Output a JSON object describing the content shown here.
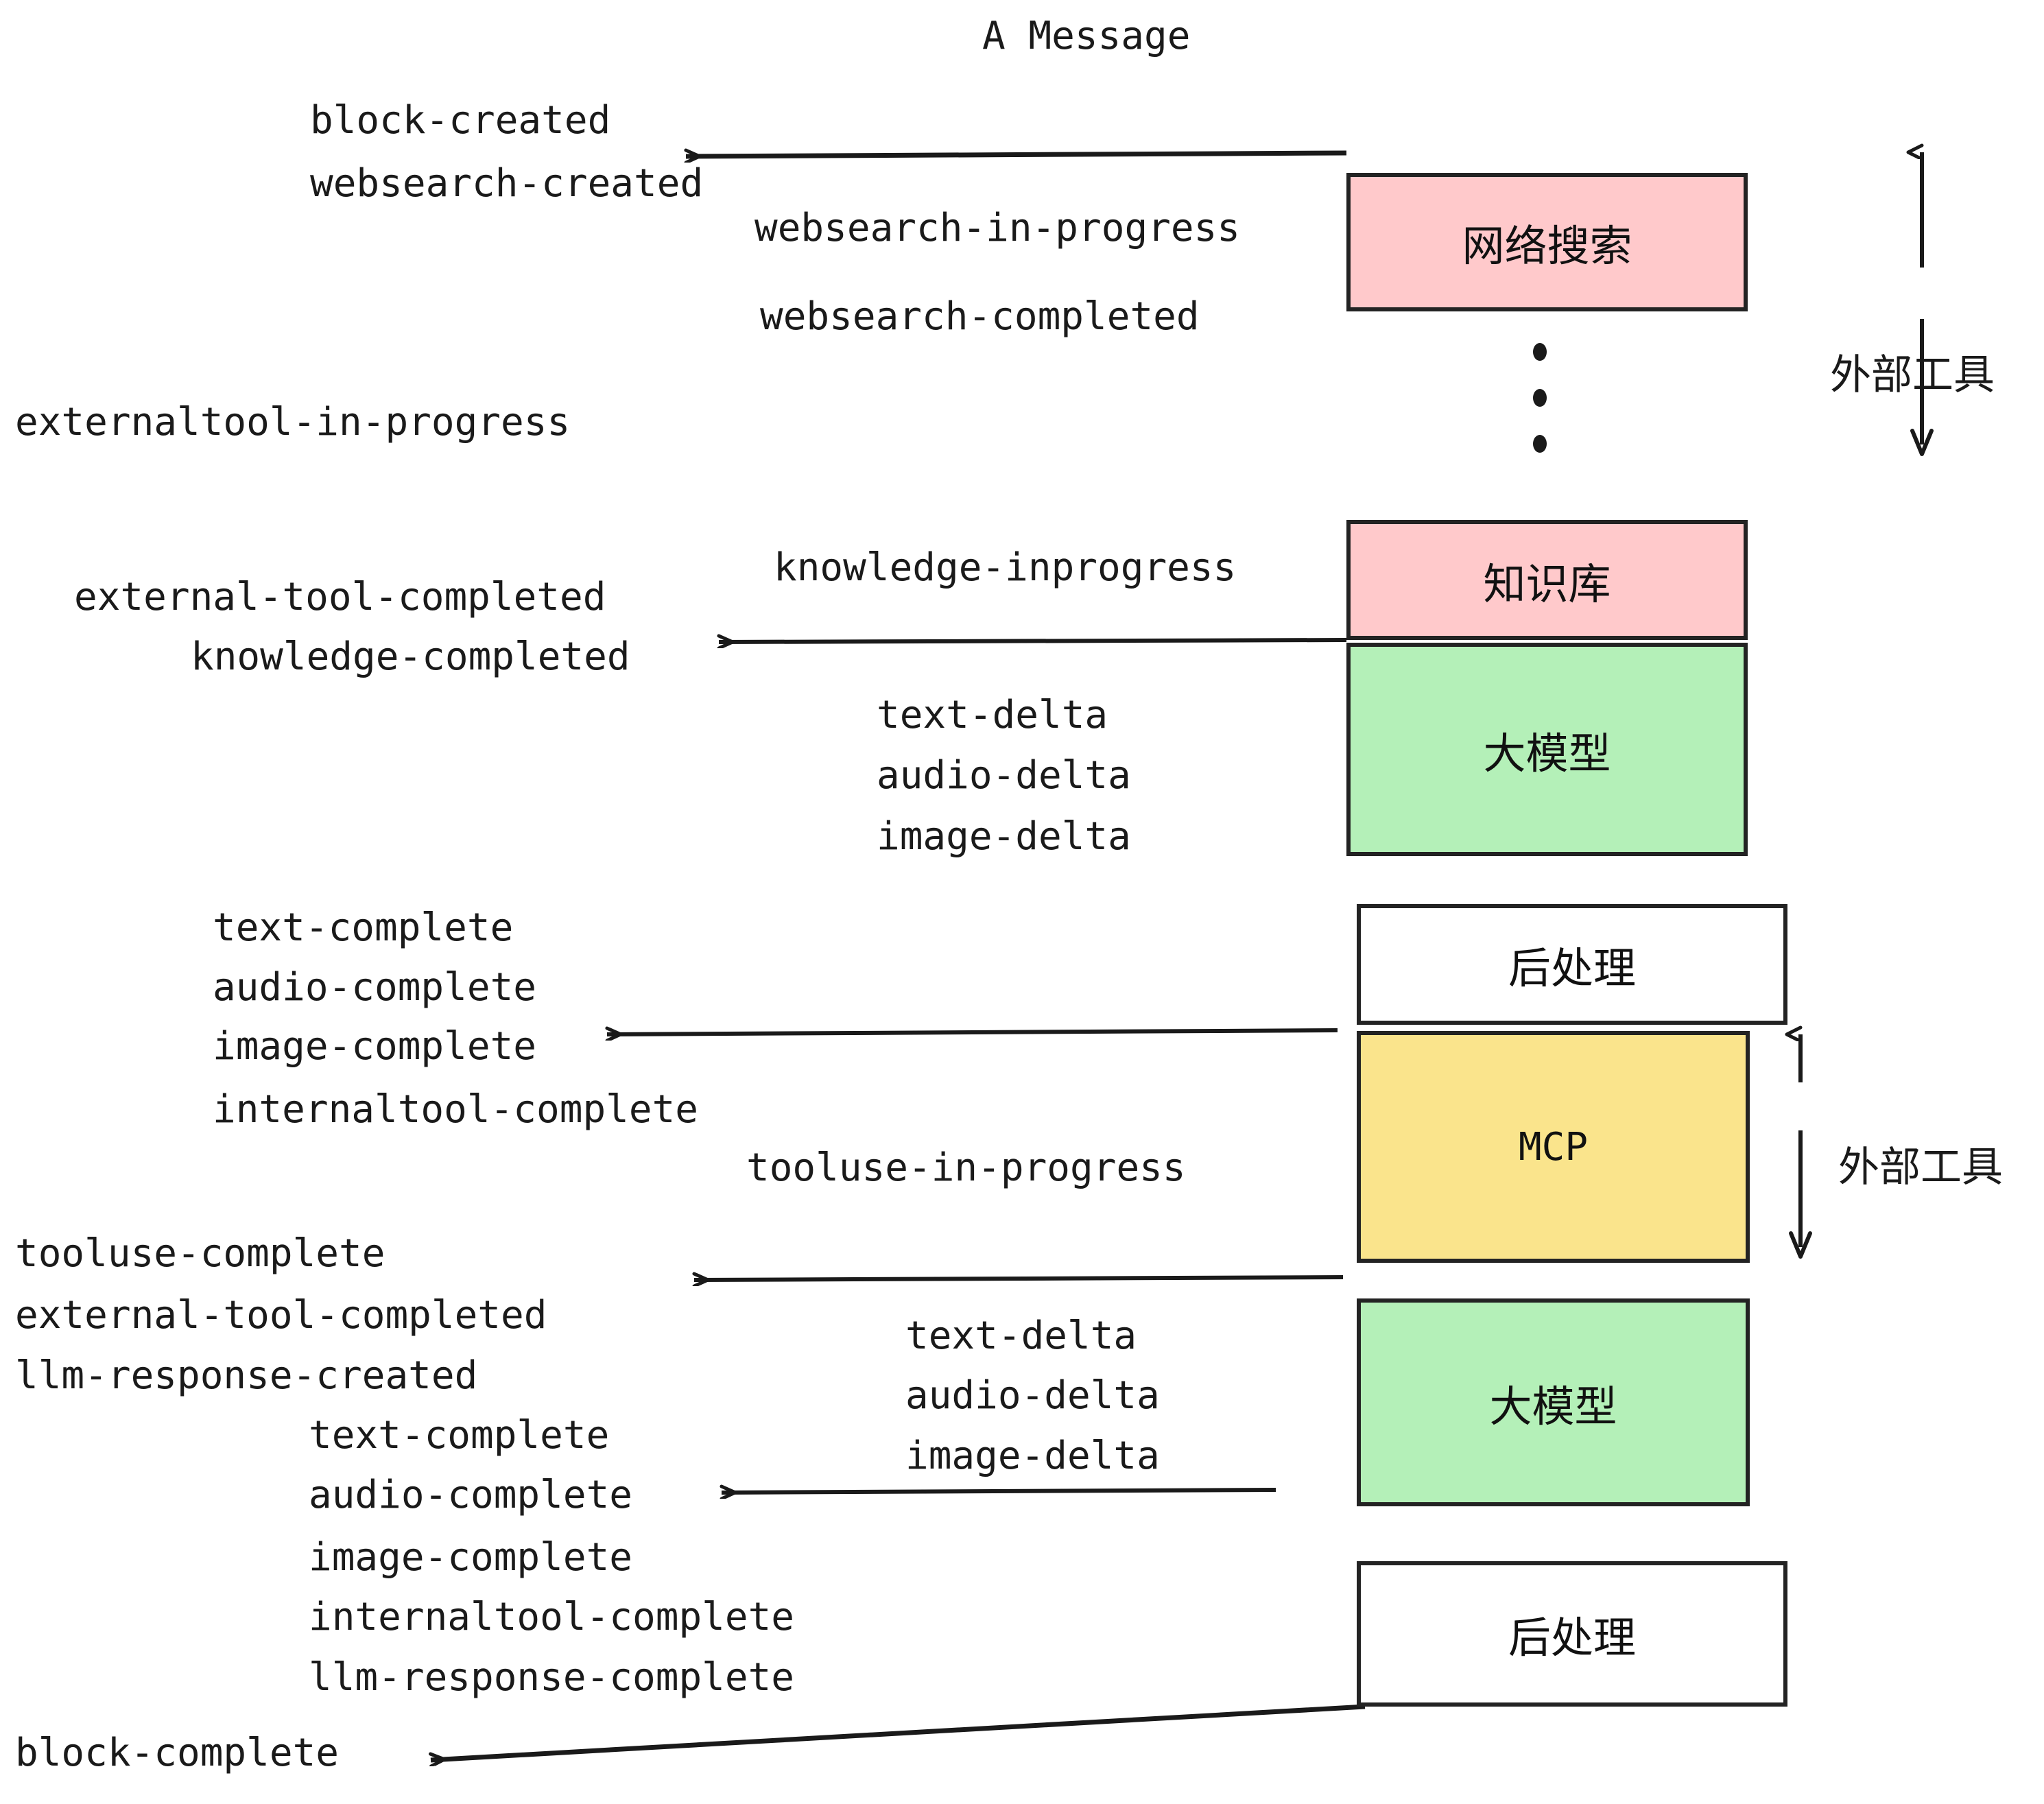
{
  "diagram": {
    "title": "A Message",
    "colors": {
      "pink": "#FFC9CB",
      "green": "#B4F0B8",
      "yellow": "#FAE48C",
      "white": "#FFFFFF",
      "stroke": "#232323",
      "text": "#1A1A1A"
    },
    "nodes": [
      {
        "id": "websearch",
        "label": "网络搜索",
        "fill": "#FFC9CB"
      },
      {
        "id": "knowledge",
        "label": "知识库",
        "fill": "#FFC9CB"
      },
      {
        "id": "llm-1",
        "label": "大模型",
        "fill": "#B4F0B8"
      },
      {
        "id": "postprocess-1",
        "label": "后处理",
        "fill": "#FFFFFF"
      },
      {
        "id": "mcp",
        "label": "MCP",
        "fill": "#FAE48C"
      },
      {
        "id": "llm-2",
        "label": "大模型",
        "fill": "#B4F0B8"
      },
      {
        "id": "postprocess-2",
        "label": "后处理",
        "fill": "#FFFFFF"
      }
    ],
    "side_labels": [
      {
        "id": "external-tool-top",
        "label": "外部工具"
      },
      {
        "id": "external-tool-bottom",
        "label": "外部工具"
      }
    ],
    "events": {
      "block_created": "block-created",
      "websearch_created": "websearch-created",
      "websearch_in_progress": "websearch-in-progress",
      "websearch_completed": "websearch-completed",
      "externaltool_in_progress": "externaltool-in-progress",
      "knowledge_inprogress": "knowledge-inprogress",
      "external_tool_completed_1": "external-tool-completed",
      "knowledge_completed": "knowledge-completed",
      "text_delta_1": "text-delta",
      "audio_delta_1": "audio-delta",
      "image_delta_1": "image-delta",
      "text_complete_1": "text-complete",
      "audio_complete_1": "audio-complete",
      "image_complete_1": "image-complete",
      "internaltool_complete_1": "internaltool-complete",
      "tooluse_in_progress": "tooluse-in-progress",
      "tooluse_complete": "tooluse-complete",
      "external_tool_completed_2": "external-tool-completed",
      "llm_response_created": "llm-response-created",
      "text_delta_2": "text-delta",
      "audio_delta_2": "audio-delta",
      "image_delta_2": "image-delta",
      "text_complete_2": "text-complete",
      "audio_complete_2": "audio-complete",
      "image_complete_2": "image-complete",
      "internaltool_complete_2": "internaltool-complete",
      "llm_response_complete": "llm-response-complete",
      "block_complete": "block-complete"
    }
  }
}
